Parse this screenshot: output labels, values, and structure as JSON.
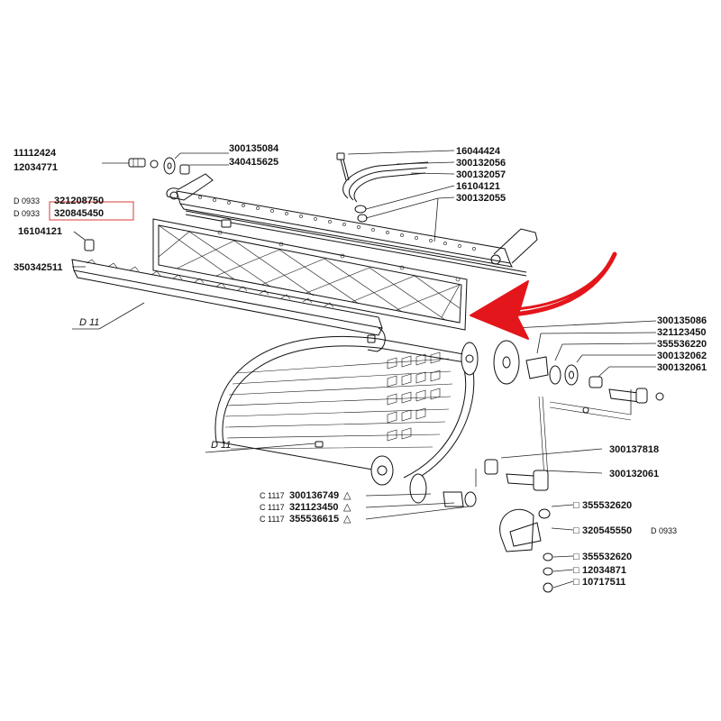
{
  "labels": {
    "p11112424": "11112424",
    "p12034771": "12034771",
    "p300135084": "300135084",
    "p340415625": "340415625",
    "p16044424": "16044424",
    "p300132056": "300132056",
    "p300132057": "300132057",
    "p16104121_top": "16104121",
    "p300132055": "300132055",
    "d0933_a_prefix": "D 0933",
    "d0933_a_part": "321208750",
    "d0933_b_prefix": "D 0933",
    "d0933_b_part": "320845450",
    "p16104121_left": "16104121",
    "p350342511": "350342511",
    "d11_upper": "D 11",
    "d11_lower": "D 11",
    "p300135086": "300135086",
    "p321123450_right": "321123450",
    "p355536220": "355536220",
    "p300132062": "300132062",
    "p300132061_right": "300132061",
    "p300137818": "300137818",
    "p300132061_mid": "300132061",
    "c1117_a_prefix": "C 1117",
    "c1117_a_part": "300136749",
    "c1117_b_prefix": "C 1117",
    "c1117_b_part": "321123450",
    "c1117_c_prefix": "C 1117",
    "c1117_c_part": "355536615",
    "p355532620_a": "355532620",
    "p320545550": "320545550",
    "p320545550_suffix": "D 0933",
    "p355532620_b": "355532620",
    "p12034871": "12034871",
    "p10717511": "10717511"
  },
  "markers": {
    "triangle": "△",
    "square": "□"
  },
  "colors": {
    "highlight_box": "#e05a5a",
    "arrow": "#e3161b",
    "ink": "#111111"
  }
}
